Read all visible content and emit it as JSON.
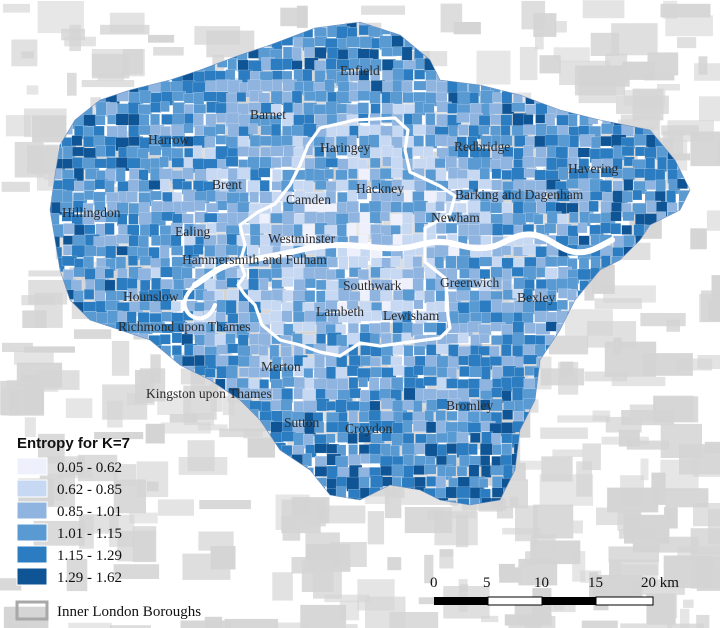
{
  "legend": {
    "title": "Entropy for K=7",
    "classes": [
      {
        "label": "0.05 - 0.62",
        "color": "#eef0fb"
      },
      {
        "label": "0.62 - 0.85",
        "color": "#c7d8f2"
      },
      {
        "label": "0.85 - 1.01",
        "color": "#8fb4e0"
      },
      {
        "label": "1.01 - 1.15",
        "color": "#5a9ad3"
      },
      {
        "label": "1.15 - 1.29",
        "color": "#2b7cc0"
      },
      {
        "label": "1.29 - 1.62",
        "color": "#0f5595"
      }
    ],
    "inner_label": "Inner London Boroughs"
  },
  "scale": {
    "ticks": [
      "0",
      "5",
      "10",
      "15",
      "20 km"
    ]
  },
  "boroughs": [
    "Enfield",
    "Barnet",
    "Harrow",
    "Haringey",
    "Redbridge",
    "Havering",
    "Brent",
    "Camden",
    "Hackney",
    "Barking and Dagenham",
    "Hillingdon",
    "Newham",
    "Ealing",
    "Westminster",
    "Hammersmith and Fulham",
    "Greenwich",
    "Southwark",
    "Bexley",
    "Hounslow",
    "Lambeth",
    "Lewisham",
    "Richmond upon Thames",
    "Merton",
    "Kingston upon Thames",
    "Bromley",
    "Sutton",
    "Croydon"
  ],
  "colors": {
    "background_land": "#d4d4d4",
    "water": "#ffffff",
    "inner_boundary": "#ffffff"
  }
}
